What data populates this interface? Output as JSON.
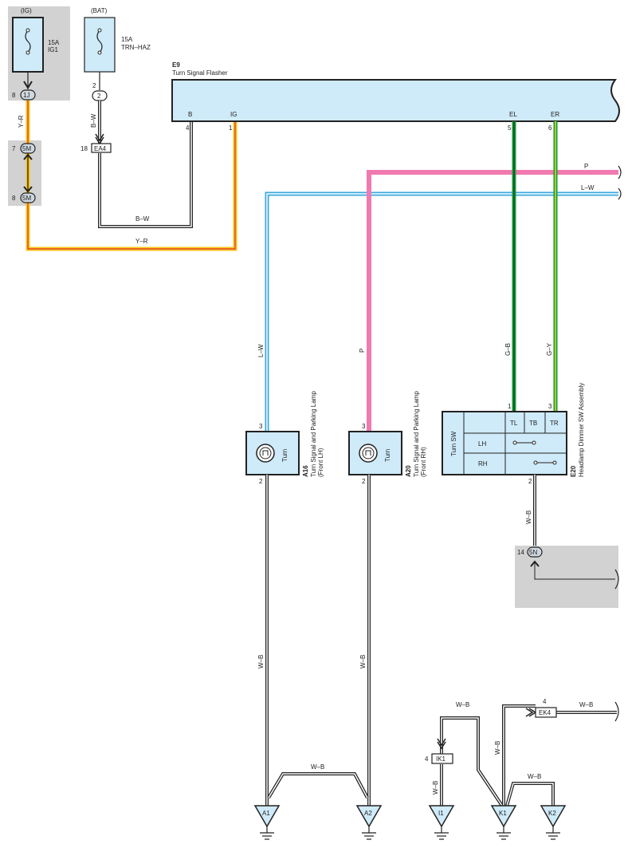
{
  "sources": {
    "ig": "(IG)",
    "bat": "(BAT)"
  },
  "fuses": {
    "ig1": {
      "amp": "15A",
      "name": "IG1"
    },
    "trn_haz": {
      "amp": "15A",
      "name": "TRN–HAZ"
    }
  },
  "flasher": {
    "code": "E9",
    "name": "Turn Signal Flasher",
    "pins": {
      "b": "B",
      "ig": "IG",
      "el": "EL",
      "er": "ER"
    },
    "pin_numbers": {
      "b": "4",
      "ig": "1",
      "el": "5",
      "er": "6"
    }
  },
  "connectors": {
    "c1j": {
      "label": "1J",
      "pin": "8"
    },
    "c5m_top": {
      "label": "5M",
      "pin": "7"
    },
    "c5m_bot": {
      "label": "5M",
      "pin": "8"
    },
    "c_bat2": {
      "label": "2",
      "pin": "2"
    },
    "ea4": {
      "label": "EA4",
      "pin": "18"
    },
    "c5n": {
      "label": "5N",
      "pin": "14"
    },
    "ik1": {
      "label": "IK1",
      "pin": "4"
    },
    "ek4": {
      "label": "EK4",
      "pin": "4"
    }
  },
  "wires": {
    "y_r": "Y–R",
    "b_w": "B–W",
    "p": "P",
    "l_w": "L–W",
    "g_b": "G–B",
    "g_y": "G–Y",
    "w_b": "W–B"
  },
  "lamps": {
    "a16": {
      "code": "A16",
      "name": "Turn Signal and Parking Lamp",
      "side": "(Front LH)",
      "inner": "Turn",
      "pin_top": "3",
      "pin_bot": "2"
    },
    "a20": {
      "code": "A20",
      "name": "Turn Signal and Parking Lamp",
      "side": "(Front RH)",
      "inner": "Turn",
      "pin_top": "3",
      "pin_bot": "2"
    }
  },
  "switch": {
    "code": "E20",
    "name": "Headlamp Dimmer SW Assembly",
    "title": "Turn SW",
    "cols": [
      "TL",
      "TB",
      "TR"
    ],
    "rows": [
      "LH",
      "RH"
    ],
    "pin_tl": "1",
    "pin_tr": "3",
    "pin_bot": "2"
  },
  "grounds": {
    "a1": "A1",
    "a2": "A2",
    "i1": "I1",
    "k1": "K1",
    "k2": "K2"
  },
  "colors": {
    "y_r_wire": "#f5c518",
    "y_r_stripe": "#e03030",
    "p_wire": "#f07ab0",
    "l_w_wire": "#3aa9e0",
    "g_wire": "#1a9a3a",
    "g_y_stripe": "#d8e020",
    "component_fill": "#cfeaf8",
    "shade": "#d2d2d2"
  }
}
